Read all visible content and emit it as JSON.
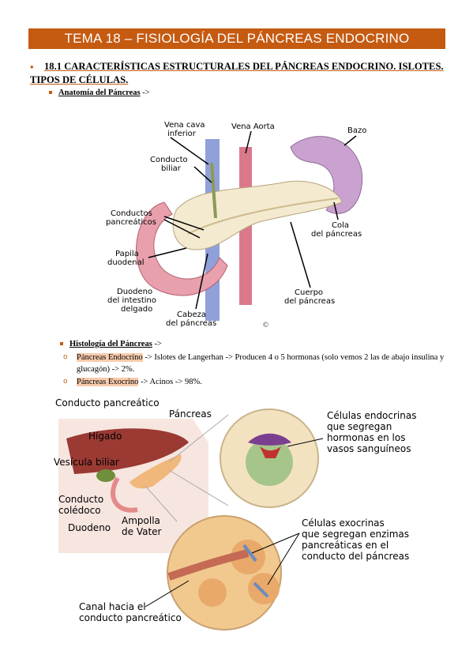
{
  "title": "TEMA 18 – FISIOLOGÍA DEL PÁNCREAS ENDOCRINO",
  "section": {
    "bullet": "•",
    "text": "18.1 CARACTERÍSTICAS ESTRUCTURALES DEL PÁNCREAS ENDOCRINO. ISLOTES. TIPOS DE CÉLULAS."
  },
  "anatomy": {
    "label": "Anatomía del Páncreas",
    "arrow": " ->",
    "figure_labels": {
      "vena_cava": [
        "Vena cava",
        "inferior"
      ],
      "vena_aorta": "Vena Aorta",
      "bazo": "Bazo",
      "conducto_biliar": [
        "Conducto",
        "biliar"
      ],
      "conductos_pancreaticos": [
        "Conductos",
        "pancreáticos"
      ],
      "cola": [
        "Cola",
        "del páncreas"
      ],
      "papila": [
        "Papila",
        "duodenal"
      ],
      "duodeno": [
        "Duodeno",
        "del intestino",
        "delgado"
      ],
      "cuerpo": [
        "Cuerpo",
        "del páncreas"
      ],
      "cabeza": [
        "Cabeza",
        "del páncreas"
      ],
      "credit": "©"
    }
  },
  "histology": {
    "label": "Histología del Páncreas",
    "arrow": " ->",
    "items": [
      {
        "marker": "o",
        "highlight": "Páncreas Endocrino",
        "text": " -> Islotes de Langerhan -> Producen 4 o 5 hormonas (solo vemos 2 las de abajo insulina y glucagón) -> 2%."
      },
      {
        "marker": "o",
        "highlight": "Páncreas Exocrino",
        "text": " -> Acinos -> 98%."
      }
    ]
  },
  "figure2_labels": {
    "conducto_pancreatico": "Conducto pancreático",
    "pancreas": "Páncreas",
    "higado": "Hígado",
    "vesicula": "Vesícula biliar",
    "coledoco": [
      "Conducto",
      "colédoco"
    ],
    "duodeno": "Duodeno",
    "ampolla": [
      "Ampolla",
      "de Vater"
    ],
    "endocrinas": [
      "Células endocrinas",
      "que segregan",
      "hormonas en los",
      "vasos sanguíneos"
    ],
    "exocrinas": [
      "Células exocrinas",
      "que segregan enzimas",
      "pancreáticas en el",
      "conducto del páncreas"
    ],
    "canal": [
      "Canal hacia el",
      "conducto pancreático"
    ]
  },
  "colors": {
    "accent": "#c55a11",
    "highlight": "#f8cbad"
  }
}
